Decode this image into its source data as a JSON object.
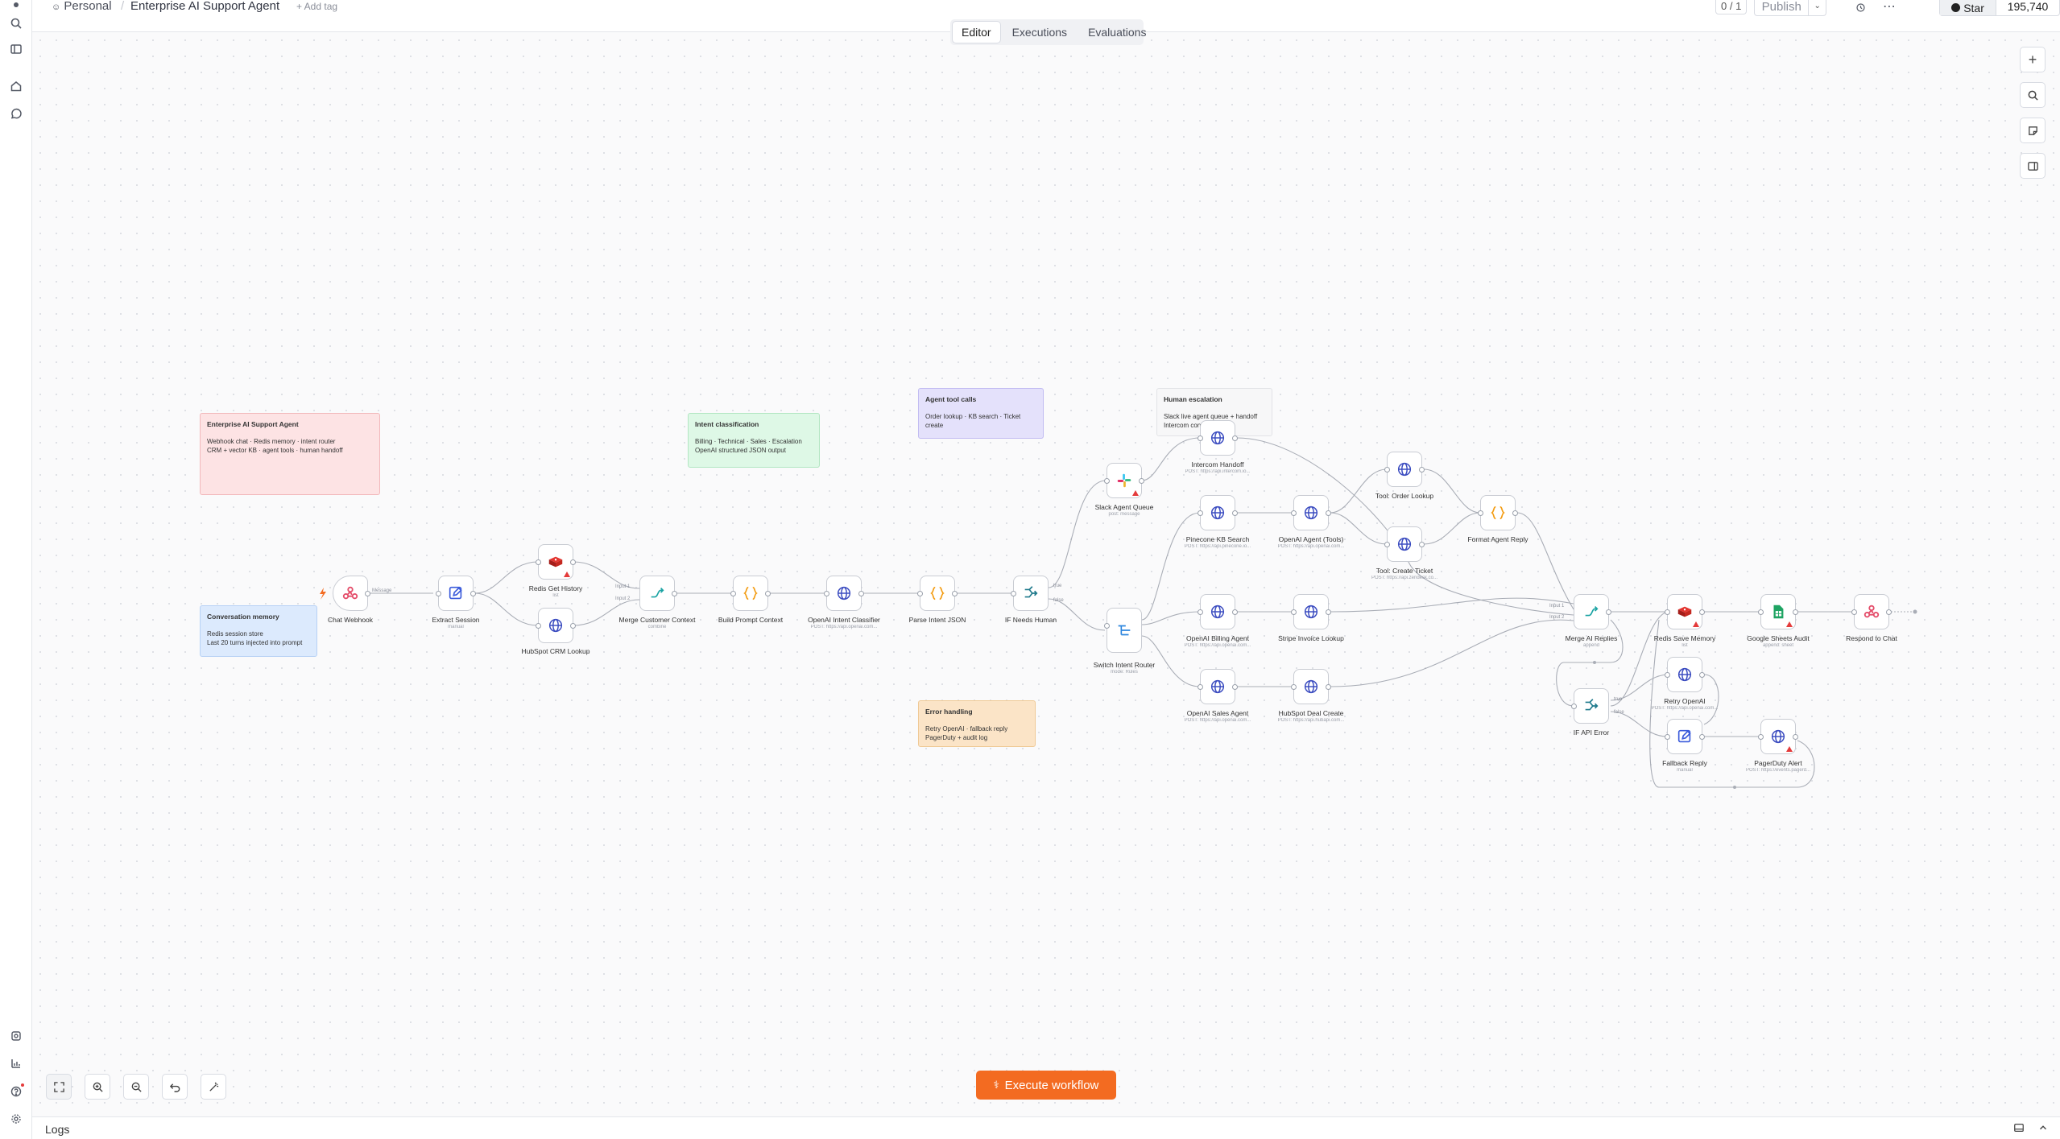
{
  "header": {
    "breadcrumb_project": "Personal",
    "workflow_name": "Enterprise AI Support Agent",
    "add_tag": "+ Add tag",
    "counter": "0 / 1",
    "publish_label": "Publish",
    "star_label": "Star",
    "star_count": "195,740"
  },
  "tabs": [
    "Editor",
    "Executions",
    "Evaluations"
  ],
  "stickies": {
    "main": {
      "title": "Enterprise AI Support Agent",
      "body": "Webhook chat · Redis memory · intent router\nCRM + vector KB · agent tools · human handoff"
    },
    "memory": {
      "title": "Conversation memory",
      "body": "Redis session store\nLast 20 turns injected into prompt"
    },
    "intent": {
      "title": "Intent classification",
      "body": "Billing · Technical · Sales · Escalation\nOpenAI structured JSON output"
    },
    "tools": {
      "title": "Agent tool calls",
      "body": "Order lookup · KB search · Ticket\ncreate"
    },
    "human": {
      "title": "Human escalation",
      "body": "Slack live agent queue + handoff\nIntercom conversation"
    },
    "error": {
      "title": "Error handling",
      "body": "Retry OpenAI · fallback reply\nPagerDuty + audit log"
    }
  },
  "nodes": {
    "chat_webhook": {
      "label": "Chat Webhook",
      "sub": ""
    },
    "extract_session": {
      "label": "Extract Session",
      "sub": "manual"
    },
    "redis_get": {
      "label": "Redis Get History",
      "sub": "list"
    },
    "hubspot_crm": {
      "label": "HubSpot CRM Lookup",
      "sub": ""
    },
    "merge_context": {
      "label": "Merge Customer Context",
      "sub": "combine"
    },
    "build_prompt": {
      "label": "Build Prompt Context",
      "sub": ""
    },
    "openai_intent": {
      "label": "OpenAI Intent Classifier",
      "sub": "POST: https://api.openai.com..."
    },
    "parse_intent": {
      "label": "Parse Intent JSON",
      "sub": ""
    },
    "if_human": {
      "label": "IF Needs Human",
      "sub": ""
    },
    "slack_queue": {
      "label": "Slack Agent Queue",
      "sub": "post: message"
    },
    "intercom": {
      "label": "Intercom Handoff",
      "sub": "POST: https://api.intercom.io..."
    },
    "switch_router": {
      "label": "Switch Intent Router",
      "sub": "mode: Rules"
    },
    "pinecone": {
      "label": "Pinecone KB Search",
      "sub": "POST: https://api.pinecone.io..."
    },
    "openai_tools": {
      "label": "OpenAI Agent (Tools)",
      "sub": "POST: https://api.openai.com..."
    },
    "order_lookup": {
      "label": "Tool: Order Lookup",
      "sub": ""
    },
    "create_ticket": {
      "label": "Tool: Create Ticket",
      "sub": "POST: https://api.zendesk.co..."
    },
    "format_reply": {
      "label": "Format Agent Reply",
      "sub": ""
    },
    "billing_agent": {
      "label": "OpenAI Billing Agent",
      "sub": "POST: https://api.openai.com..."
    },
    "stripe": {
      "label": "Stripe Invoice Lookup",
      "sub": ""
    },
    "sales_agent": {
      "label": "OpenAI Sales Agent",
      "sub": "POST: https://api.openai.com..."
    },
    "hubspot_deal": {
      "label": "HubSpot Deal Create",
      "sub": "POST: https://api.hubapi.com..."
    },
    "merge_replies": {
      "label": "Merge AI Replies",
      "sub": "append"
    },
    "redis_save": {
      "label": "Redis Save Memory",
      "sub": "list"
    },
    "sheets_audit": {
      "label": "Google Sheets Audit",
      "sub": "append: sheet"
    },
    "respond_chat": {
      "label": "Respond to Chat",
      "sub": ""
    },
    "if_error": {
      "label": "IF API Error",
      "sub": ""
    },
    "retry_openai": {
      "label": "Retry OpenAI",
      "sub": "POST: https://api.openai.com..."
    },
    "fallback_reply": {
      "label": "Fallback Reply",
      "sub": "manual"
    },
    "pagerduty": {
      "label": "PagerDuty Alert",
      "sub": "POST: https://events.pagerd..."
    }
  },
  "edge_labels": {
    "webhook_out": "Message",
    "merge_in1": "Input 1",
    "merge_in2": "Input 2",
    "if_true": "true",
    "if_false": "false",
    "replies_in1": "Input 1",
    "replies_in2": "Input 2",
    "err_true": "true",
    "err_false": "false"
  },
  "actions": {
    "execute_label": "Execute workflow"
  },
  "logs": {
    "label": "Logs"
  }
}
